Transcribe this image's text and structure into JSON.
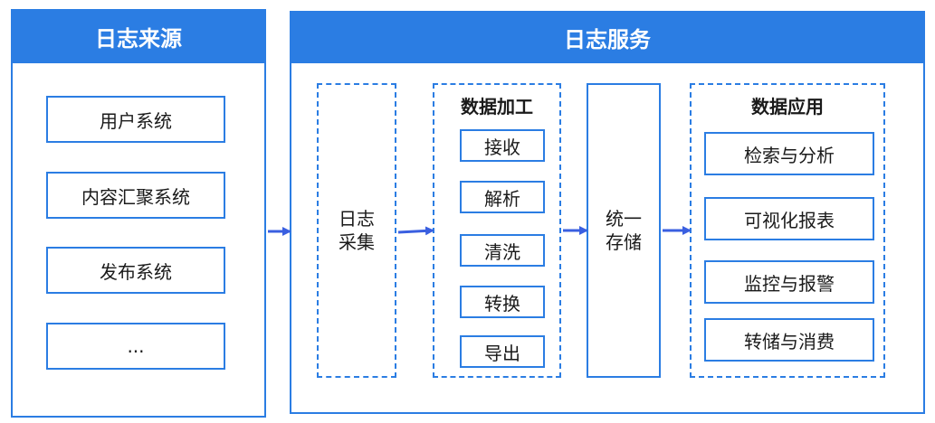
{
  "colors": {
    "accent": "#2b7de3",
    "arrow": "#3a5fe0"
  },
  "sources": {
    "title": "日志来源",
    "items": [
      "用户系统",
      "内容汇聚系统",
      "发布系统",
      "..."
    ]
  },
  "service": {
    "title": "日志服务",
    "collect": {
      "line1": "日志",
      "line2": "采集"
    },
    "processing": {
      "title": "数据加工",
      "items": [
        "接收",
        "解析",
        "清洗",
        "转换",
        "导出"
      ]
    },
    "storage": {
      "line1": "统一",
      "line2": "存储"
    },
    "application": {
      "title": "数据应用",
      "items": [
        "检索与分析",
        "可视化报表",
        "监控与报警",
        "转储与消费"
      ]
    }
  }
}
